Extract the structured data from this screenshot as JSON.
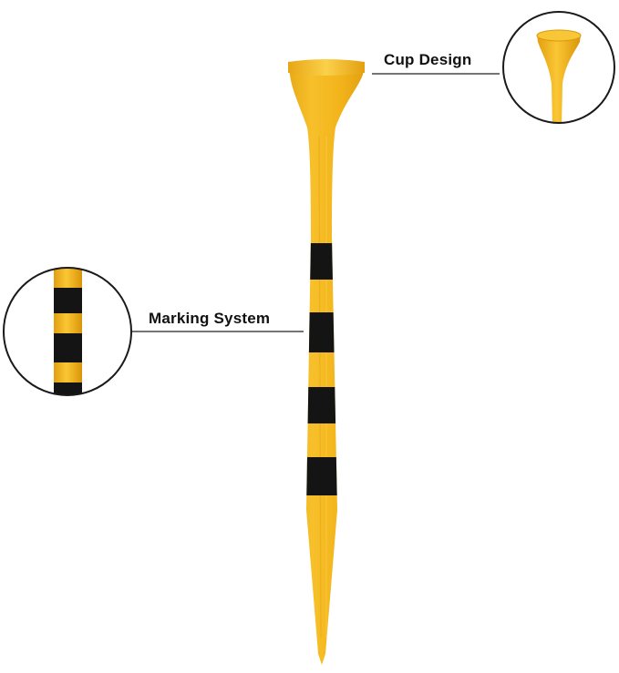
{
  "callouts": {
    "cup_design": "Cup Design",
    "marking_system": "Marking System"
  },
  "colors": {
    "tee_yellow": "#f2b318",
    "tee_yellow_light": "#f9c93a",
    "tee_yellow_dark": "#d99a0c",
    "stripe_black": "#141414",
    "leader_line": "#222222",
    "circle_border": "#1a1a1a"
  },
  "icons": {
    "tee": "golf-tee",
    "cup_zoom": "tee-cup-closeup",
    "stripe_zoom": "tee-stripe-closeup"
  }
}
